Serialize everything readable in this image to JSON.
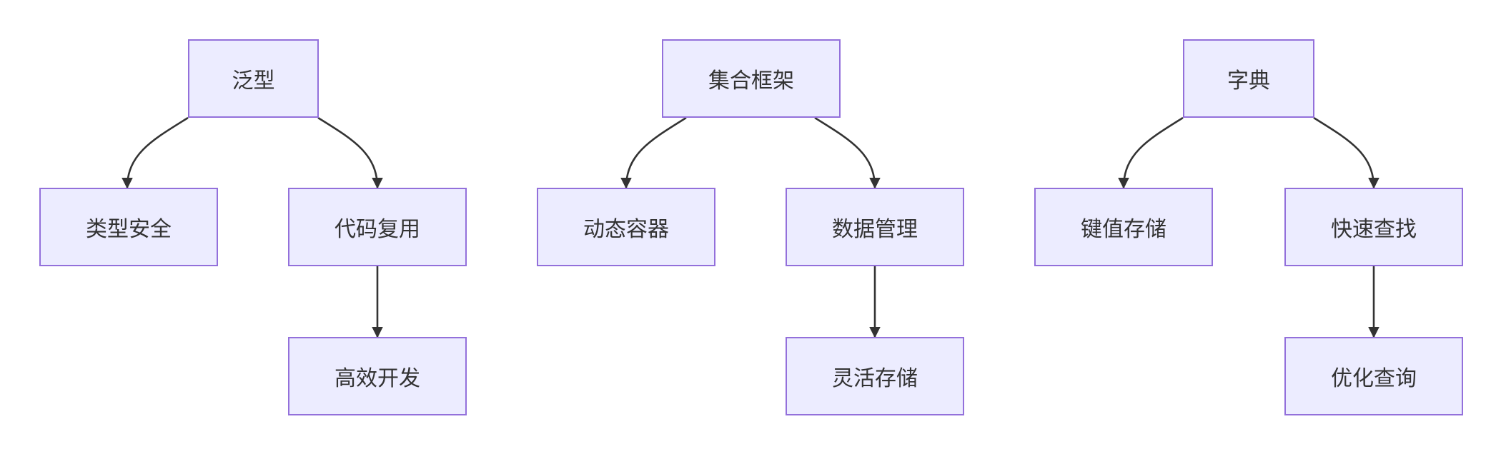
{
  "colors": {
    "node_fill": "#ececff",
    "node_border": "#9370db",
    "edge": "#333333",
    "text": "#333333"
  },
  "trees": [
    {
      "root": "泛型",
      "children": [
        "类型安全",
        "代码复用"
      ],
      "grandchild": "高效开发"
    },
    {
      "root": "集合框架",
      "children": [
        "动态容器",
        "数据管理"
      ],
      "grandchild": "灵活存储"
    },
    {
      "root": "字典",
      "children": [
        "键值存储",
        "快速查找"
      ],
      "grandchild": "优化查询"
    }
  ]
}
